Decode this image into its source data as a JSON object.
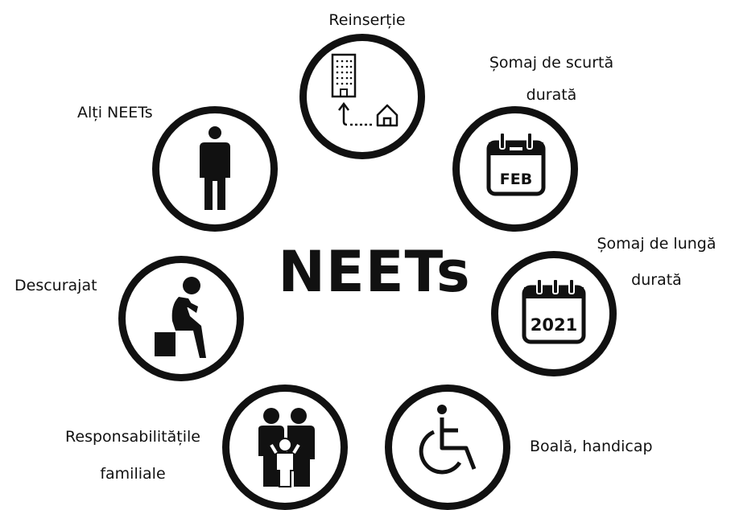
{
  "title": "NEETs",
  "nodes": {
    "reinsertie": {
      "label": "Reinserție",
      "icon": "building-to-house-icon"
    },
    "somaj_scurt": {
      "label_line1": "Șomaj de scurtă",
      "label_line2": "durată",
      "icon": "calendar-icon",
      "icon_text": "FEB"
    },
    "somaj_lung": {
      "label_line1": "Șomaj de lungă",
      "label_line2": "durată",
      "icon": "calendar-icon",
      "icon_text": "2021"
    },
    "boala": {
      "label": "Boală, handicap",
      "icon": "wheelchair-icon"
    },
    "familie": {
      "label_line1": "Responsabilitățile",
      "label_line2": "familiale",
      "icon": "family-icon"
    },
    "descurajat": {
      "label": "Descurajat",
      "icon": "sad-person-sitting-icon"
    },
    "alti": {
      "label": "Alți NEETs",
      "icon": "person-icon"
    }
  }
}
